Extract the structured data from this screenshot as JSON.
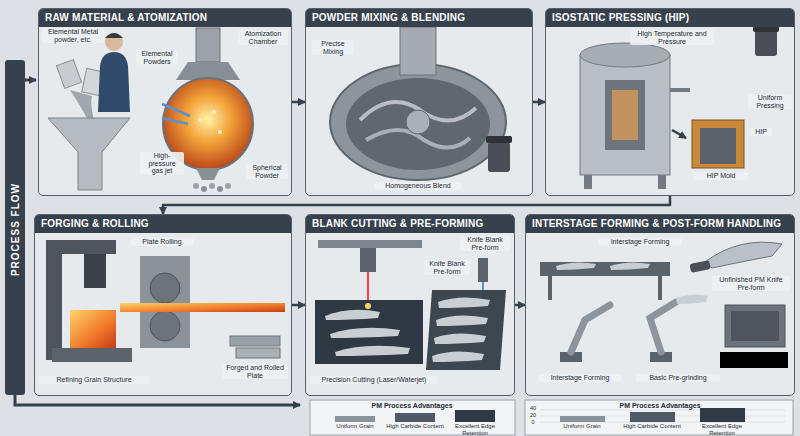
{
  "diagram": {
    "nodes": [
      {
        "text": [
          "RAW MATERIAL & ATOMIZATION"
        ]
      },
      {
        "text": [
          "POWDER MIXING & BLENDING"
        ]
      },
      {
        "text": [
          "ISOSTATIC PRESSING (HIP)"
        ]
      },
      {
        "text": [
          "FORGING & ROLLING"
        ]
      },
      {
        "text": [
          "BLANK CUTTING & PRE-FORMING"
        ]
      },
      {
        "text": [
          "INTERSTAGE FORMING & POST-FORM HANDLING"
        ]
      }
    ],
    "edges": [
      {
        "from": 0,
        "to": 1,
        "arrow": "to"
      },
      {
        "from": 1,
        "to": 2,
        "arrow": "to"
      },
      {
        "from": 2,
        "to": 3,
        "arrow": "to"
      },
      {
        "from": 3,
        "to": 4,
        "arrow": "to"
      },
      {
        "from": 4,
        "to": 5,
        "arrow": "to"
      }
    ],
    "labels": [
      "PROCESS FLOW",
      "Elemental Metal powder, etc.",
      "Elemental Powders",
      "Atomization Chamber",
      "High-pressure gas jet",
      "Spherical Powder",
      "Precise Mixing",
      "Homogeneous Blend",
      "High Temperature and Pressure",
      "Uniform Pressing",
      "HIP",
      "HIP Mold",
      "Plate Rolling",
      "Refining Grain Structure",
      "Forged and Rolled Plate",
      "Knife Blank Pre-form",
      "Precision Cutting (Laser/Waterjet)",
      "Knife Blank Pre-form",
      "Interstage Forming",
      "Unfinished PM Knife Pre-form",
      "Interstage Forming",
      "Basic Pre-grinding",
      "PM Process Advantages",
      "Uniform Grain",
      "High Carbide Content",
      "Excellent Edge Retention",
      "PM Process Advantages",
      "40",
      "20",
      "0",
      "Uniform Grain",
      "High Carbide Content",
      "Excellent Edge Retention"
    ]
  }
}
